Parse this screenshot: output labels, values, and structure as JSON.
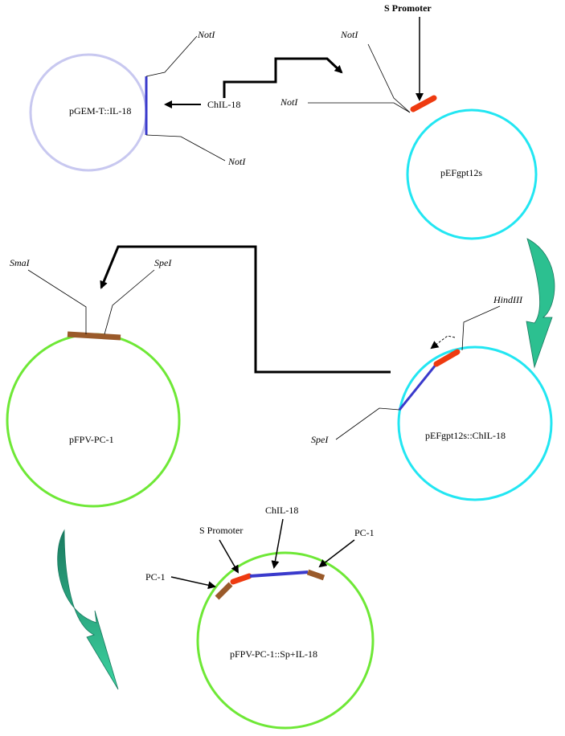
{
  "colors": {
    "pgem": "#c8c8f0",
    "pef": "#22e6f2",
    "pfpv": "#6ee836",
    "insert_blue": "#3a3acc",
    "promoter_red": "#ee3a10",
    "pc1_brown": "#9a5a2a",
    "arrow_dark": "#1a7a60",
    "arrow_light": "#3cd4a0"
  },
  "plasmids": {
    "pgem": "pGEM-T::IL-18",
    "pef": "pEFgpt12s",
    "pfpv": "pFPV-PC-1",
    "pefil": "pEFgpt12s::ChIL-18",
    "final": "pFPV-PC-1::Sp+IL-18"
  },
  "labels": {
    "not1_top_left": "NotI",
    "not1_bottom_left": "NotI",
    "chil18_insert": "ChIL-18",
    "s_promoter_top": "S Promoter",
    "not1_top_right": "NotI",
    "not1_mid_right": "NotI",
    "sma1": "SmaI",
    "spe1_left": "SpeI",
    "hind3": "HindIII",
    "spe1_right": "SpeI",
    "chil18_bottom": "ChIL-18",
    "s_promoter_bottom": "S Promoter",
    "pc1_right": "PC-1",
    "pc1_left": "PC-1"
  }
}
